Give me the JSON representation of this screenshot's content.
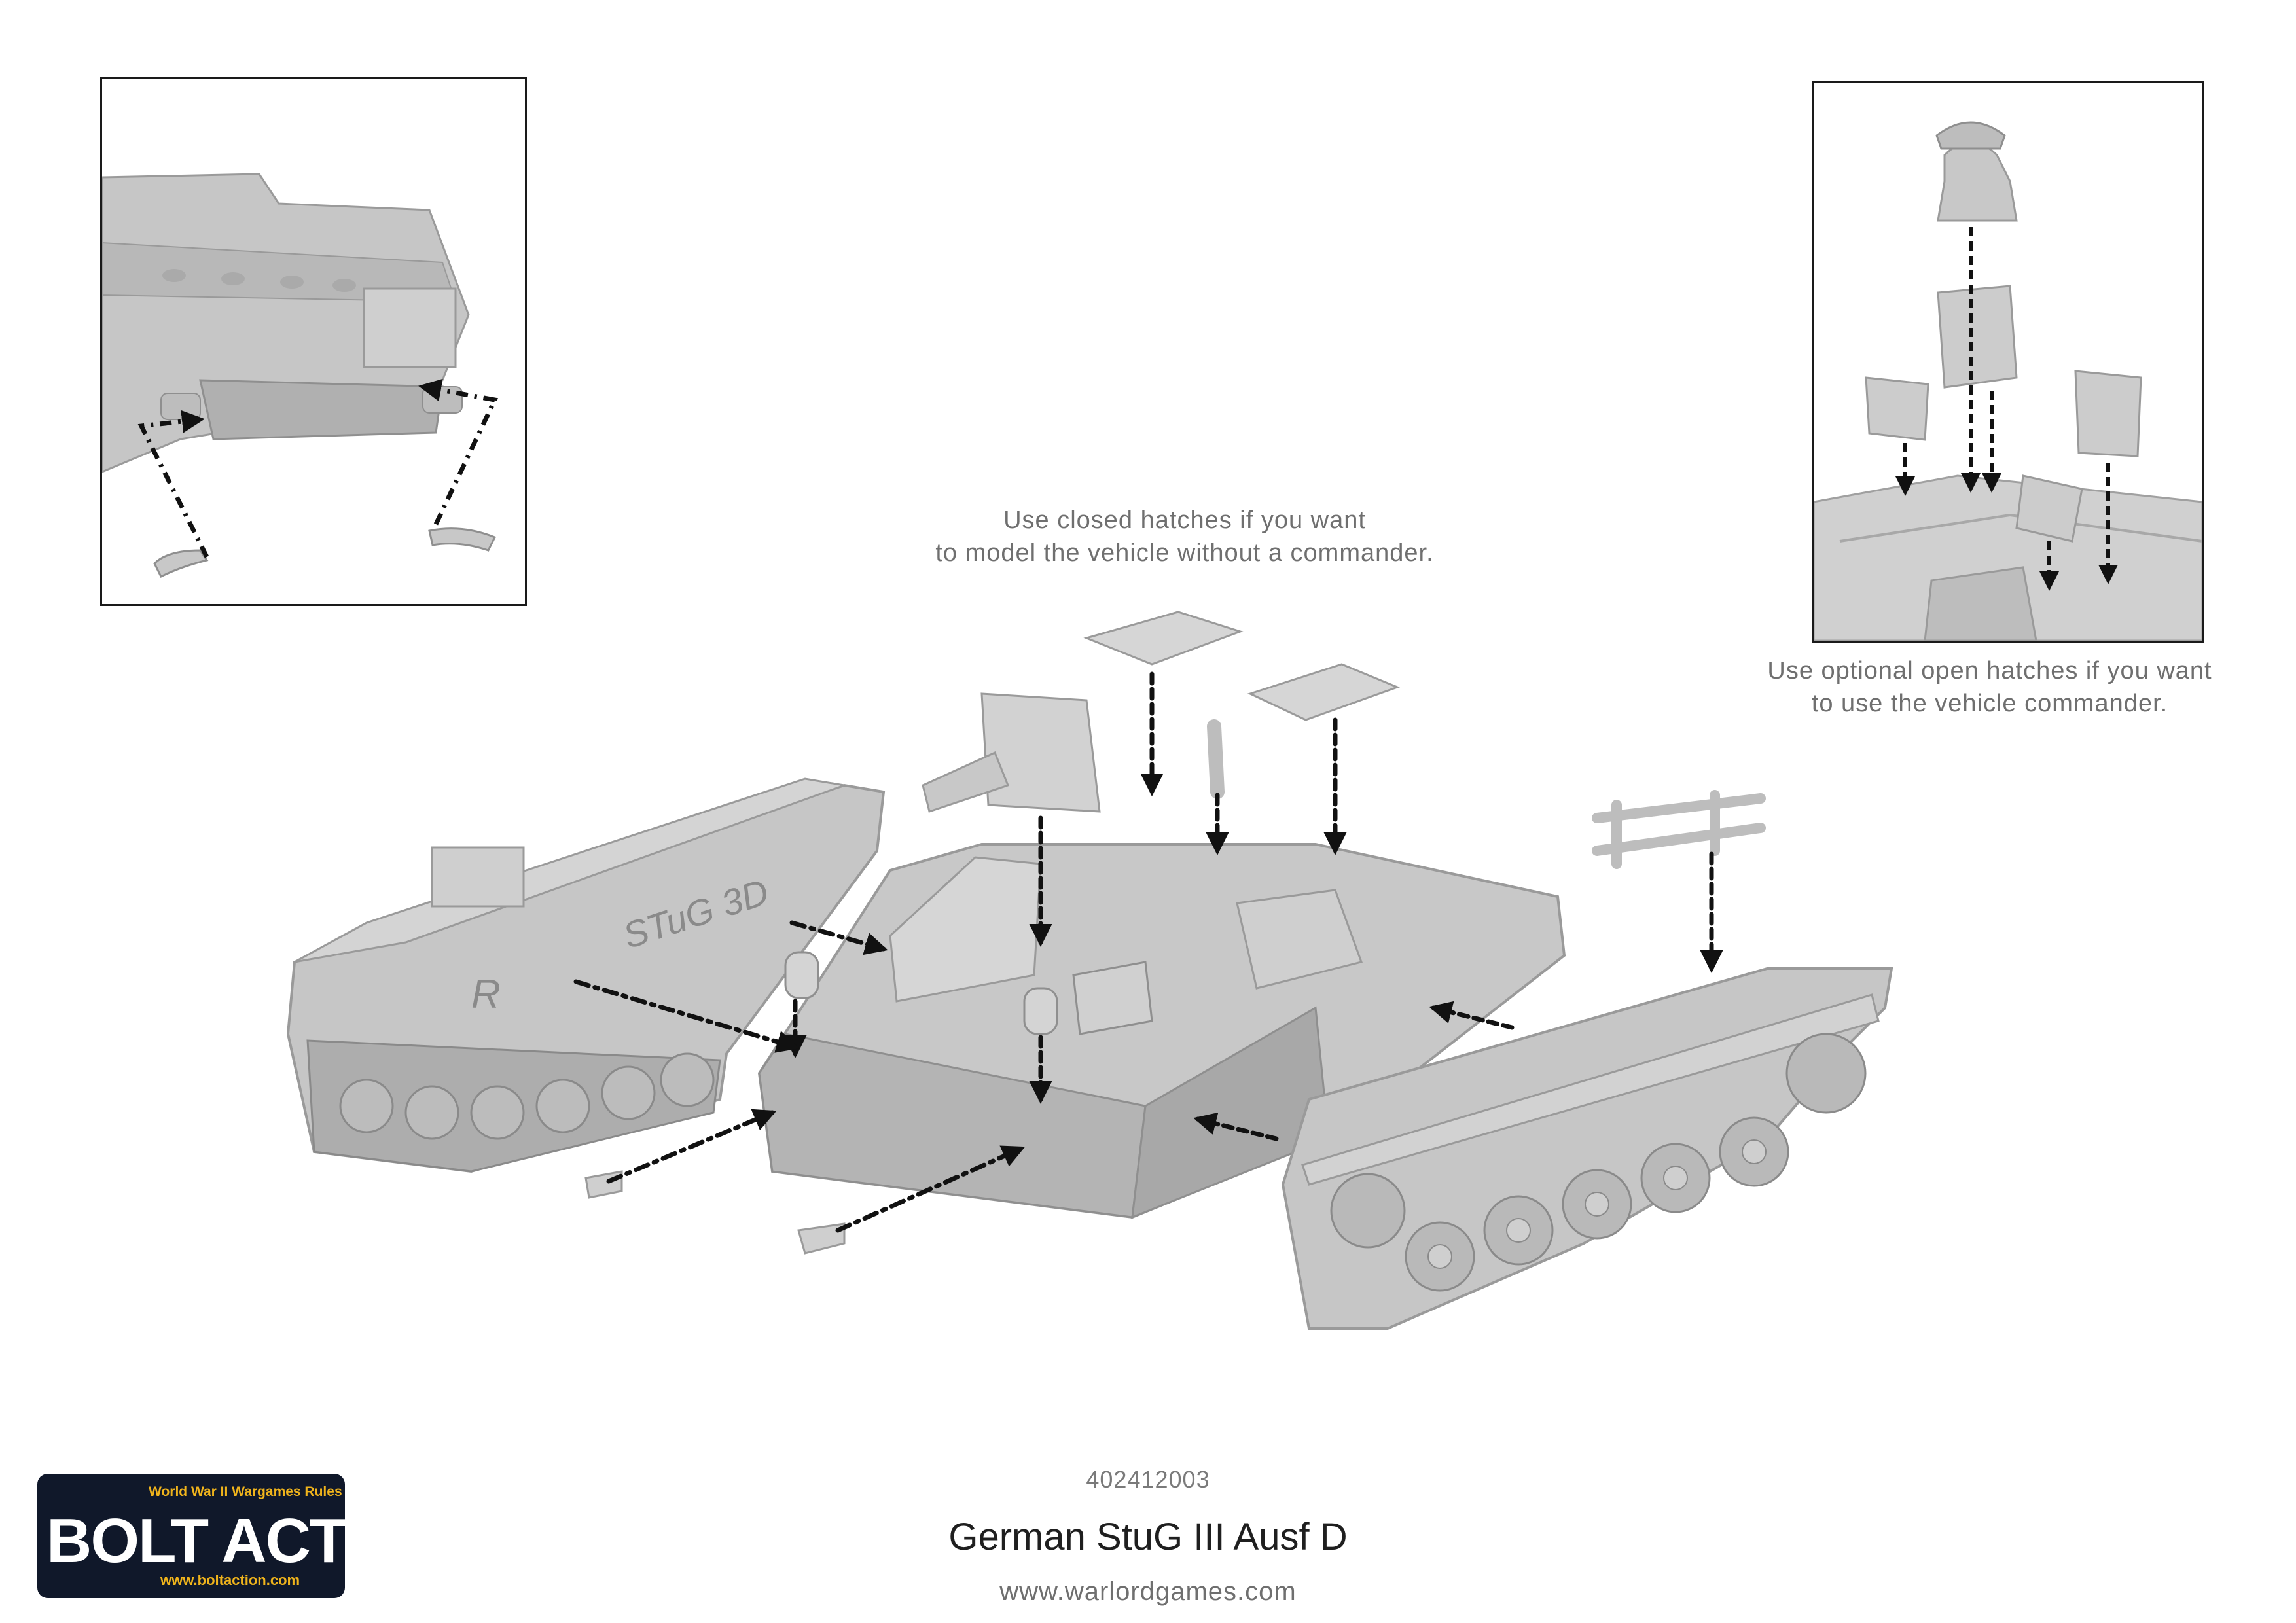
{
  "notes": {
    "closed_hatches": [
      "Use closed hatches if you want",
      "to model the vehicle without a commander."
    ],
    "open_hatches": [
      "Use optional open hatches if you want",
      "to use the vehicle commander."
    ]
  },
  "hull_marking": {
    "letter": "R",
    "script": "STuG 3D"
  },
  "footer": {
    "product_code": "402412003",
    "product_name": "German StuG III Ausf D",
    "website": "www.warlordgames.com"
  },
  "logo": {
    "tagline": "World War II Wargames Rules",
    "brand": "BOLT ACTION",
    "url": "www.boltaction.com",
    "colors": {
      "background": "#10182a",
      "accent": "#f0b41c",
      "text": "#ffffff"
    }
  },
  "colors": {
    "plastic": "#c4c4c4",
    "plastic_shadow": "#9a9a9a",
    "arrow": "#111111",
    "frame": "#1a1a1a"
  }
}
